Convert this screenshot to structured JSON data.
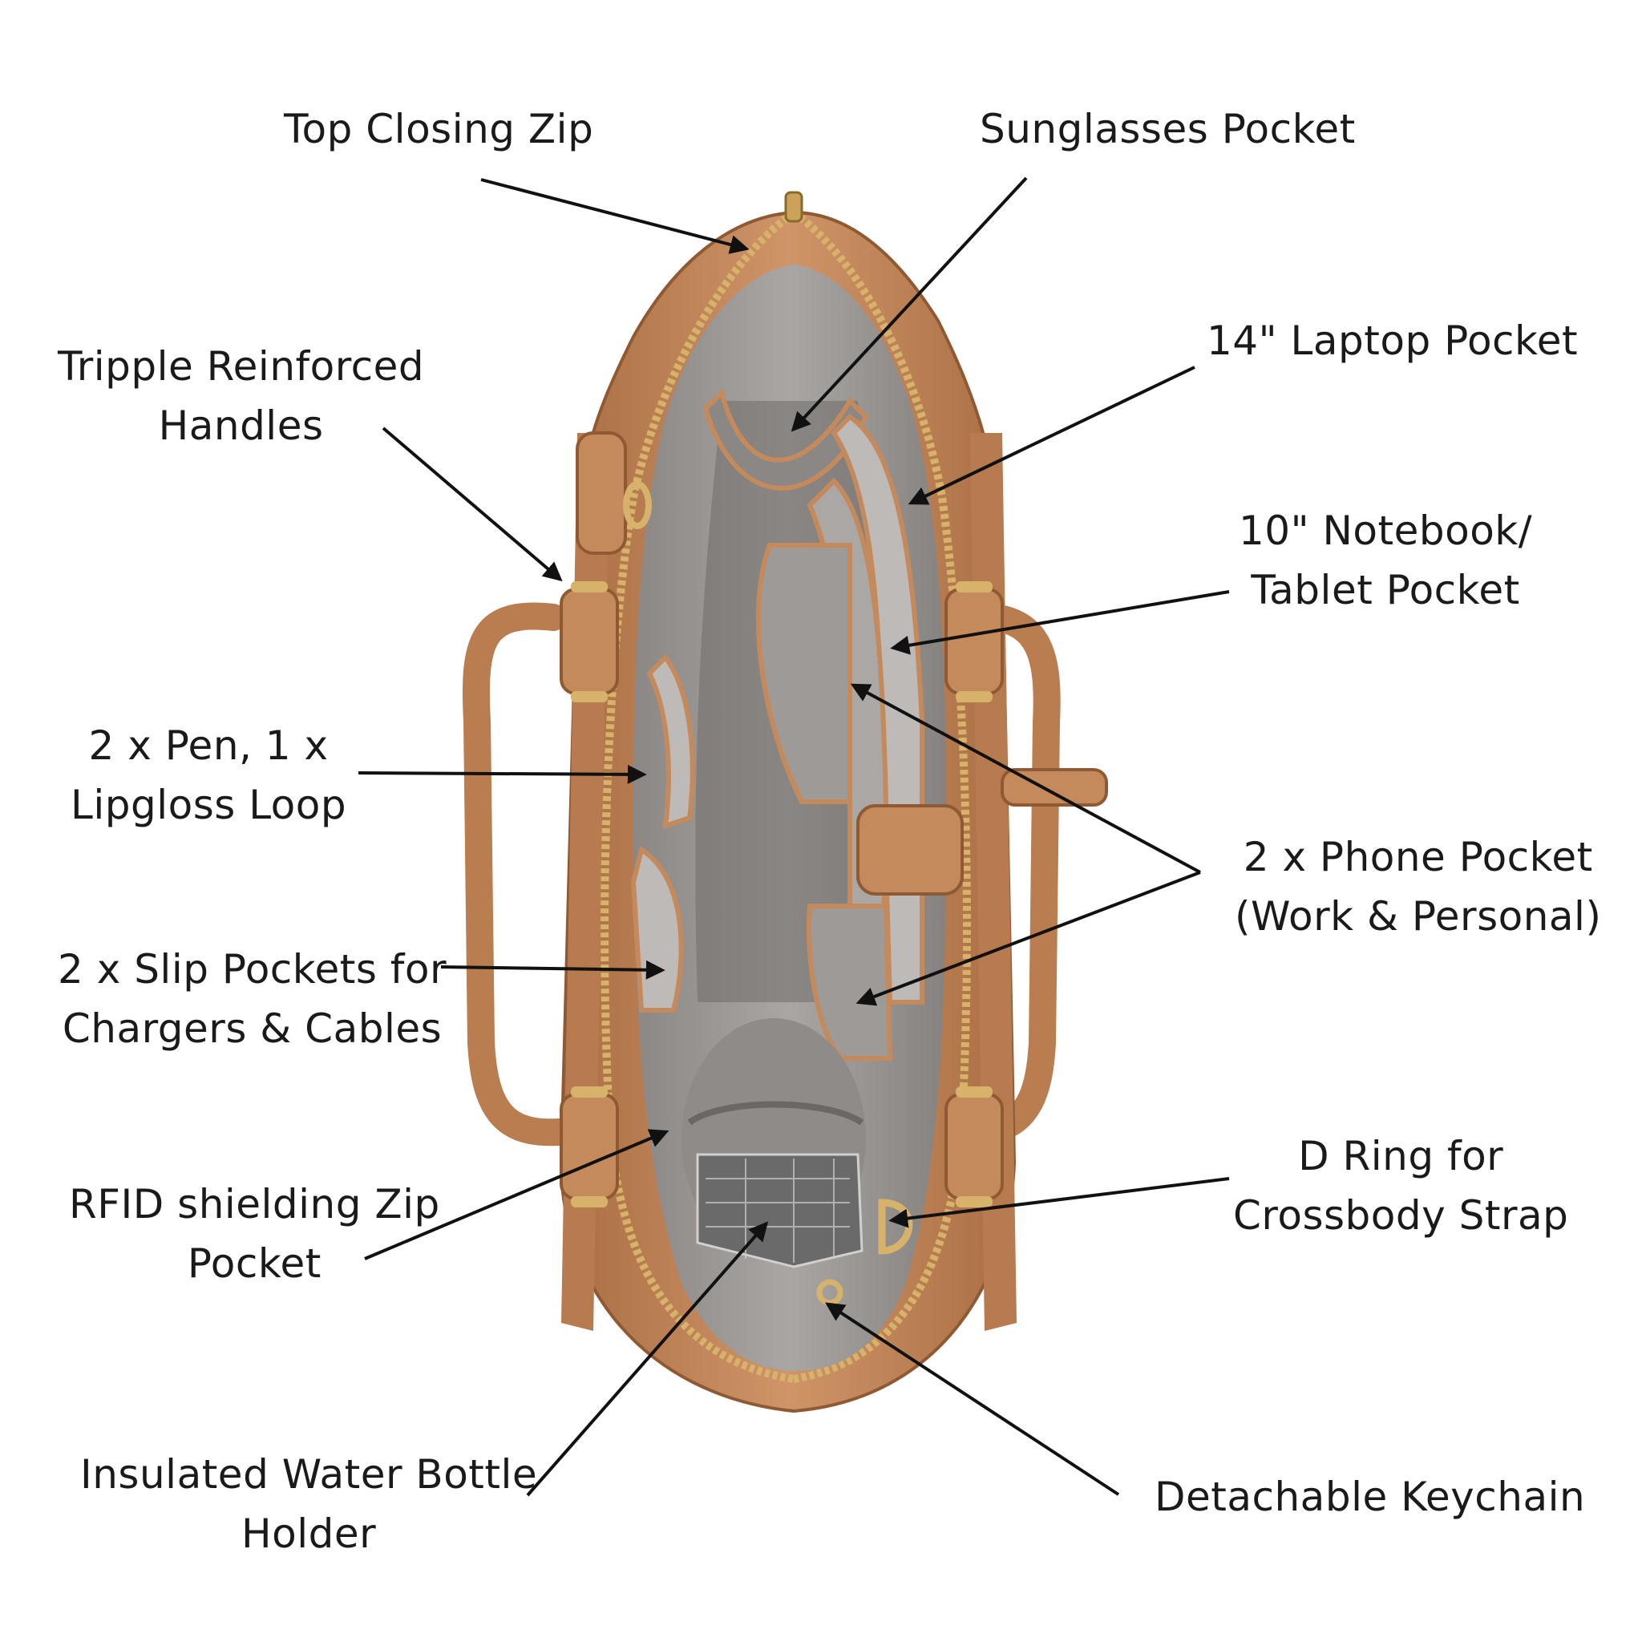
{
  "colors": {
    "leather": "#c48a5c",
    "leather_dark": "#9a6238",
    "leather_light": "#d8a57a",
    "lining": "#9d9a97",
    "lining_dark": "#6f6c6a",
    "lining_light": "#bdbab7",
    "gold": "#d7b26a",
    "arrow": "#111111",
    "text": "#1a1a1a"
  },
  "product": {
    "description_icon": "bag-interior-icon"
  },
  "callouts": [
    {
      "id": "top-closing-zip",
      "lines": [
        "Top Closing Zip"
      ]
    },
    {
      "id": "sunglasses-pocket",
      "lines": [
        "Sunglasses Pocket"
      ]
    },
    {
      "id": "handles",
      "lines": [
        "Tripple Reinforced",
        "Handles"
      ]
    },
    {
      "id": "laptop-pocket",
      "lines": [
        "14\" Laptop Pocket"
      ]
    },
    {
      "id": "notebook-pocket",
      "lines": [
        "10\" Notebook/",
        "Tablet Pocket"
      ]
    },
    {
      "id": "pen-loop",
      "lines": [
        "2 x Pen, 1 x",
        "Lipgloss Loop"
      ]
    },
    {
      "id": "phone-pocket",
      "lines": [
        "2 x Phone Pocket",
        "(Work & Personal)"
      ]
    },
    {
      "id": "slip-pockets",
      "lines": [
        "2 x Slip Pockets for",
        "Chargers & Cables"
      ]
    },
    {
      "id": "d-ring",
      "lines": [
        "D Ring for",
        "Crossbody Strap"
      ]
    },
    {
      "id": "rfid-pocket",
      "lines": [
        "RFID shielding Zip",
        "Pocket"
      ]
    },
    {
      "id": "water-bottle",
      "lines": [
        "Insulated Water Bottle",
        "Holder"
      ]
    },
    {
      "id": "keychain",
      "lines": [
        "Detachable Keychain"
      ]
    }
  ]
}
